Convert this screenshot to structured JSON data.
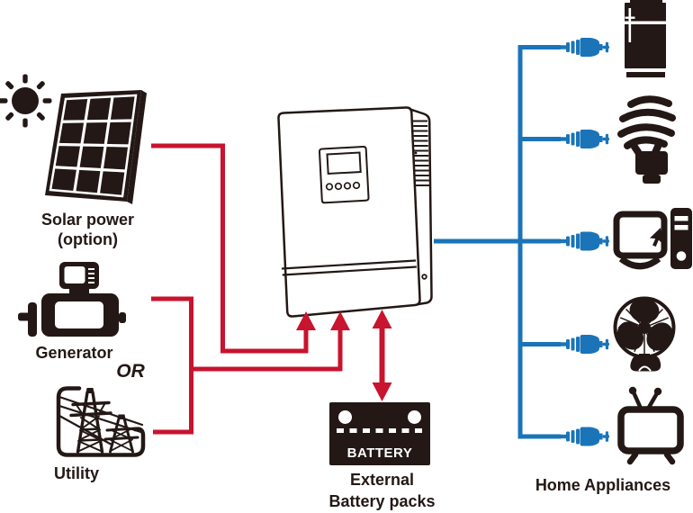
{
  "colors": {
    "ink": "#231815",
    "line_red": "#C8142E",
    "line_blue": "#1B74B8",
    "paper": "#FFFFFF"
  },
  "nodes": {
    "solar": {
      "label": "Solar power",
      "sublabel": "(option)",
      "icons": [
        "sun-icon",
        "solar-panel-icon"
      ]
    },
    "generator": {
      "label": "Generator",
      "icon": "generator-icon"
    },
    "or_text": "OR",
    "utility": {
      "label": "Utility",
      "icon": "utility-towers-icon"
    },
    "inverter": {
      "icon": "inverter-icon"
    },
    "battery": {
      "label": "BATTERY",
      "caption_line1": "External",
      "caption_line2": "Battery packs",
      "icon": "battery-icon"
    },
    "appliances": {
      "label": "Home Appliances",
      "items": [
        "refrigerator-icon",
        "cfl-bulb-icon",
        "computer-icon",
        "fan-icon",
        "tv-icon"
      ],
      "plug_icon": "power-plug-icon"
    }
  },
  "connections": [
    {
      "from": "solar",
      "to": "inverter",
      "color": "red",
      "arrow": "into-inverter-bottom"
    },
    {
      "from": "generator",
      "to": "inverter",
      "color": "red",
      "note": "OR",
      "arrow": "into-inverter-bottom"
    },
    {
      "from": "utility",
      "to": "inverter",
      "color": "red",
      "note": "OR",
      "arrow": "into-inverter-bottom"
    },
    {
      "from": "inverter",
      "to": "battery",
      "color": "red",
      "bidirectional": true
    },
    {
      "from": "inverter",
      "to": "appliances",
      "color": "blue",
      "branches": 5
    }
  ]
}
